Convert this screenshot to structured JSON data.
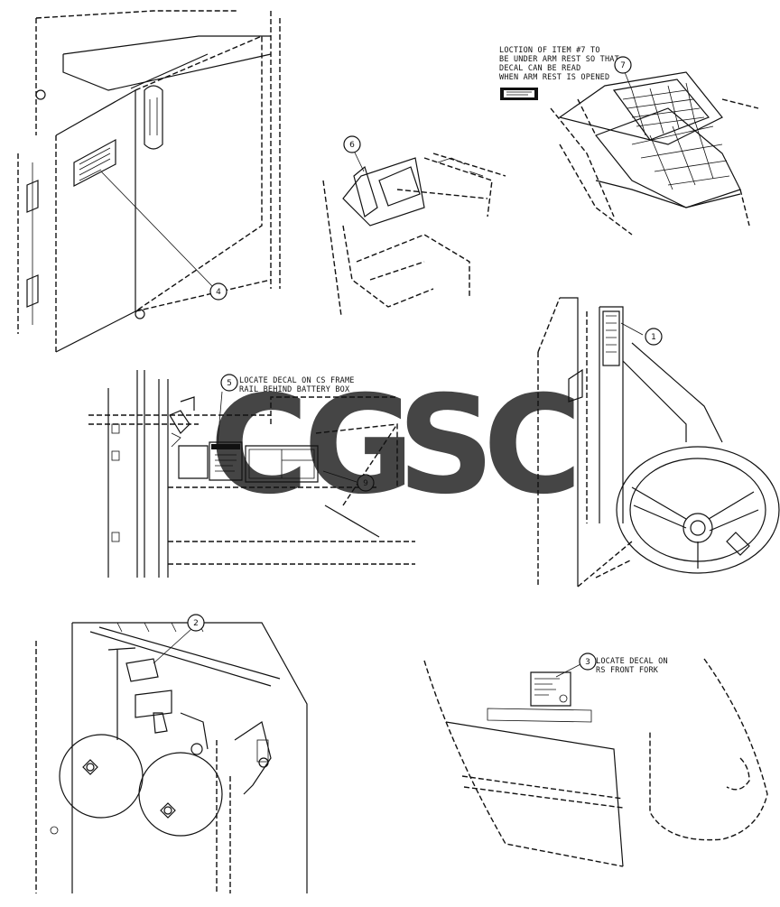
{
  "callouts": [
    {
      "id": "c1",
      "label": "1"
    },
    {
      "id": "c2",
      "label": "2"
    },
    {
      "id": "c3",
      "label": "3"
    },
    {
      "id": "c4",
      "label": "4"
    },
    {
      "id": "c5",
      "label": "5"
    },
    {
      "id": "c6",
      "label": "6"
    },
    {
      "id": "c7",
      "label": "7"
    },
    {
      "id": "c9",
      "label": "9"
    }
  ],
  "notes": {
    "item7": [
      "LOCTION OF ITEM #7 TO",
      "BE UNDER ARM REST SO THAT",
      "DECAL CAN BE READ",
      "WHEN ARM REST IS OPENED"
    ],
    "item5": [
      "LOCATE DECAL ON CS FRAME",
      "RAIL BEHIND BATTERY BOX"
    ],
    "item3": [
      "LOCATE DECAL ON",
      "RS FRONT FORK"
    ]
  },
  "watermark": {
    "letters": [
      "C",
      "G",
      "S",
      "C"
    ],
    "colors": [
      "#4285F4",
      "#EA4335",
      "#FBBC05",
      "#34A853"
    ]
  }
}
